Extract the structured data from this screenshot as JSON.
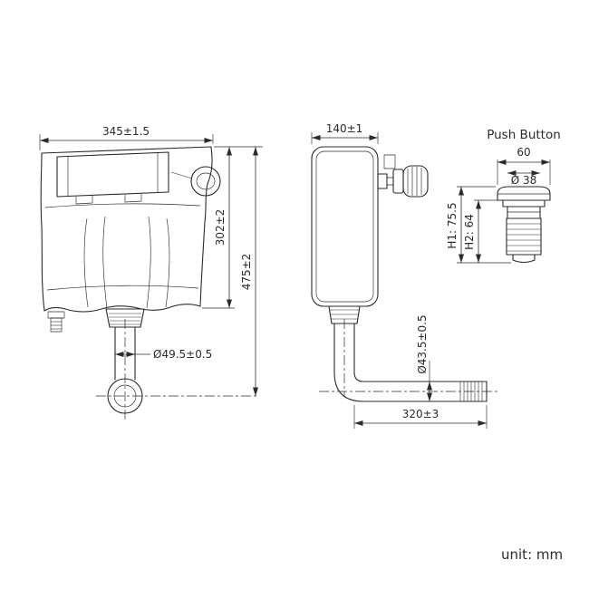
{
  "front_view": {
    "width_dim": "345±1.5",
    "tank_height_dim": "302±2",
    "total_height_dim": "475±2",
    "outlet_dia_dim": "Ø49.5±0.5"
  },
  "side_view": {
    "depth_dim": "140±1",
    "outlet_dia_dim": "Ø43.5±0.5",
    "outlet_length_dim": "320±3"
  },
  "push_button": {
    "title": "Push Button",
    "width_dim": "60",
    "dia_dim": "Ø 38",
    "h1_dim": "H1: 75.5",
    "h2_dim": "H2: 64"
  },
  "footer": {
    "unit_label": "unit: mm"
  },
  "colors": {
    "line": "#2b2b2b",
    "bg": "#ffffff"
  }
}
